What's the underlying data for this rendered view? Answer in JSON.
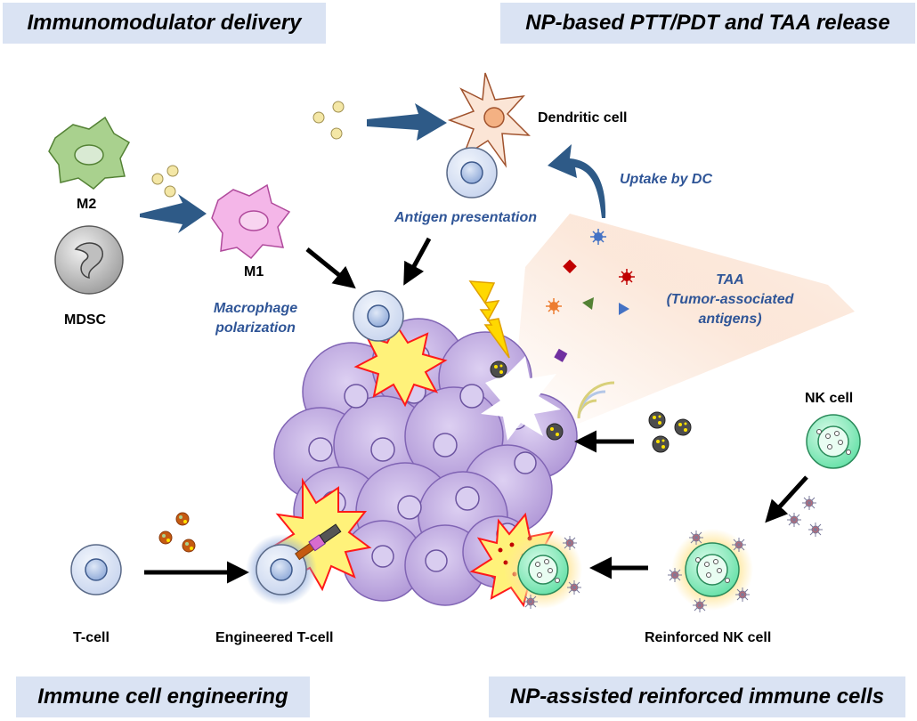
{
  "banners": {
    "immunomodulator": "Immunomodulator delivery",
    "ptt": "NP-based PTT/PDT and TAA release",
    "engineering": "Immune cell engineering",
    "reinforced": "NP-assisted reinforced immune cells"
  },
  "labels": {
    "m2": "M2",
    "mdsc": "MDSC",
    "m1": "M1",
    "dendritic": "Dendritic cell",
    "nk": "NK cell",
    "tcell": "T-cell",
    "engineered": "Engineered T-cell",
    "reinforced_nk": "Reinforced NK cell"
  },
  "annotations": {
    "macrophage_line1": "Macrophage",
    "macrophage_line2": "polarization",
    "antigen_presentation": "Antigen presentation",
    "uptake": "Uptake by DC",
    "taa_line1": "TAA",
    "taa_line2": "(Tumor-associated",
    "taa_line3": "antigens)"
  },
  "colors": {
    "banner_bg": "#dae3f3",
    "annotation_blue": "#2f5597",
    "arrow_blue": "#2e5a87",
    "tumor_purple": "#c9b3e8",
    "star_yellow": "#fff27a",
    "star_red": "#ff1a1a"
  }
}
